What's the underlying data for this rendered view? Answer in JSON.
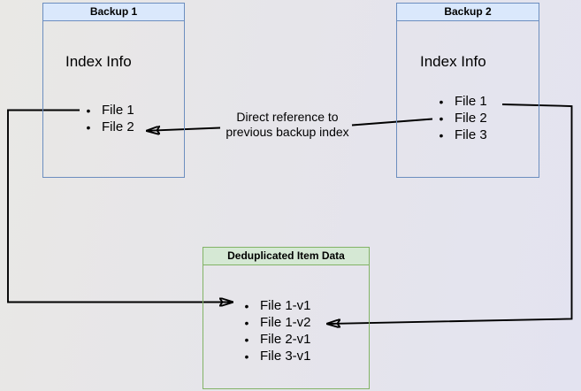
{
  "diagram": {
    "backup1": {
      "title": "Backup 1",
      "subtitle": "Index Info",
      "items": [
        "File 1",
        "File 2"
      ]
    },
    "backup2": {
      "title": "Backup 2",
      "subtitle": "Index Info",
      "items": [
        "File 1",
        "File 2",
        "File 3"
      ]
    },
    "dedup": {
      "title": "Deduplicated Item Data",
      "items": [
        "File 1-v1",
        "File 1-v2",
        "File 2-v1",
        "File 3-v1"
      ]
    },
    "annotation": {
      "line1": "Direct reference to",
      "line2": "previous backup index"
    },
    "bullet": "•",
    "colors": {
      "blue_fill": "#dae8fc",
      "blue_border": "#6c8ebf",
      "green_fill": "#d5e8d4",
      "green_border": "#82b366",
      "connector": "#000000"
    }
  }
}
